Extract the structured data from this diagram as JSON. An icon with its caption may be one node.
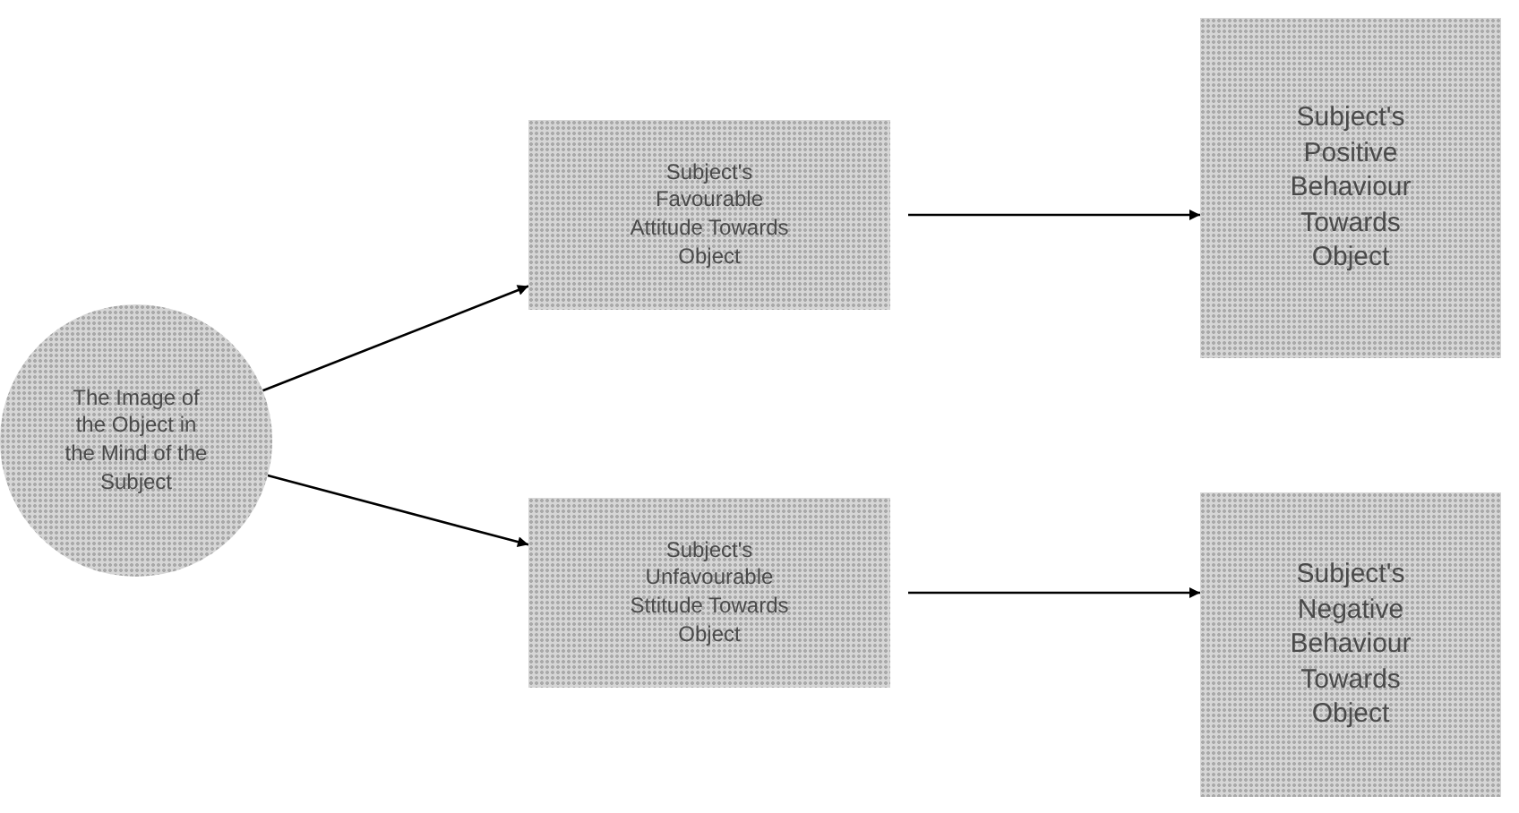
{
  "diagram": {
    "nodes": [
      {
        "text": [
          "The Image of the Object in the Mind of the Subject"
        ]
      },
      {
        "text": [
          "Subject's Favourable Attitude Towards Object"
        ]
      },
      {
        "text": [
          "Subject's Unfavourable Sttitude Towards Object"
        ]
      },
      {
        "text": [
          "Subject's Positive Behaviour Towards Object"
        ]
      },
      {
        "text": [
          "Subject's Negative Behaviour Towards Object"
        ]
      }
    ],
    "edges": [
      {
        "from": 0,
        "to": 1,
        "arrow": "to"
      },
      {
        "from": 0,
        "to": 2,
        "arrow": "to"
      },
      {
        "from": 1,
        "to": 3,
        "arrow": "to"
      },
      {
        "from": 2,
        "to": 4,
        "arrow": "to"
      }
    ]
  }
}
